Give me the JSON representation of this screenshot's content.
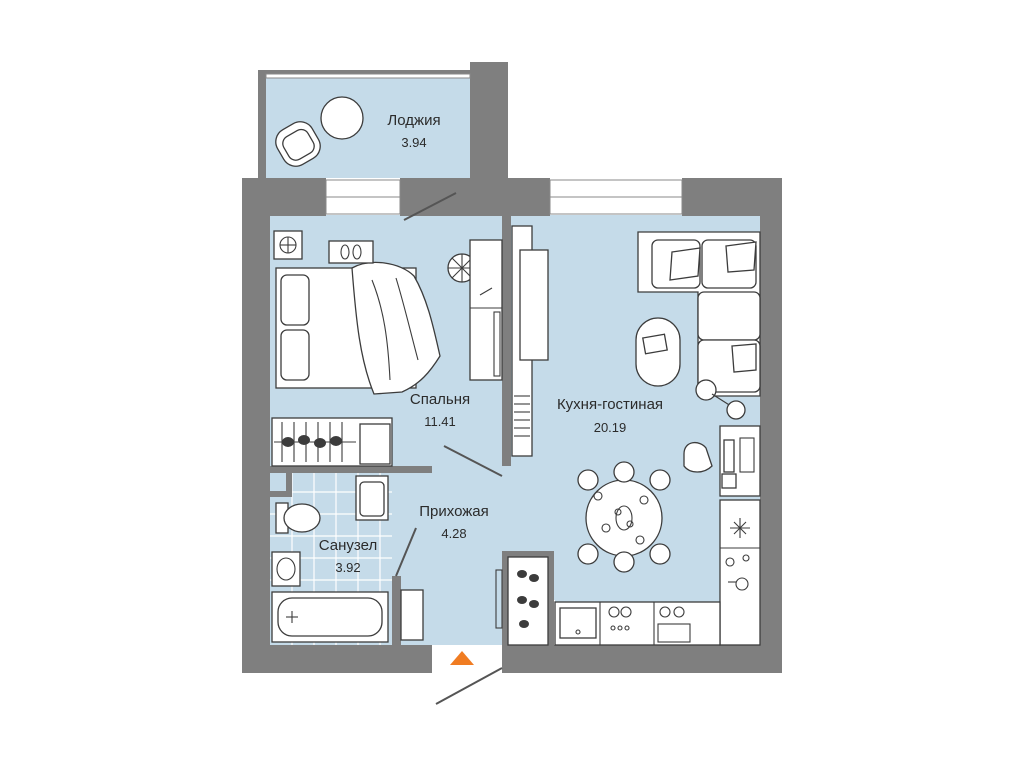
{
  "rooms": {
    "loggia": {
      "name": "Лоджия",
      "area": "3.94"
    },
    "bedroom": {
      "name": "Спальня",
      "area": "11.41"
    },
    "kitchen": {
      "name": "Кухня-гостиная",
      "area": "20.19"
    },
    "hallway": {
      "name": "Прихожая",
      "area": "4.28"
    },
    "bathroom": {
      "name": "Санузел",
      "area": "3.92"
    }
  },
  "colors": {
    "floor": "#c5dbe9",
    "wall": "#7f7f7f",
    "entrance_marker": "#f07c22"
  }
}
